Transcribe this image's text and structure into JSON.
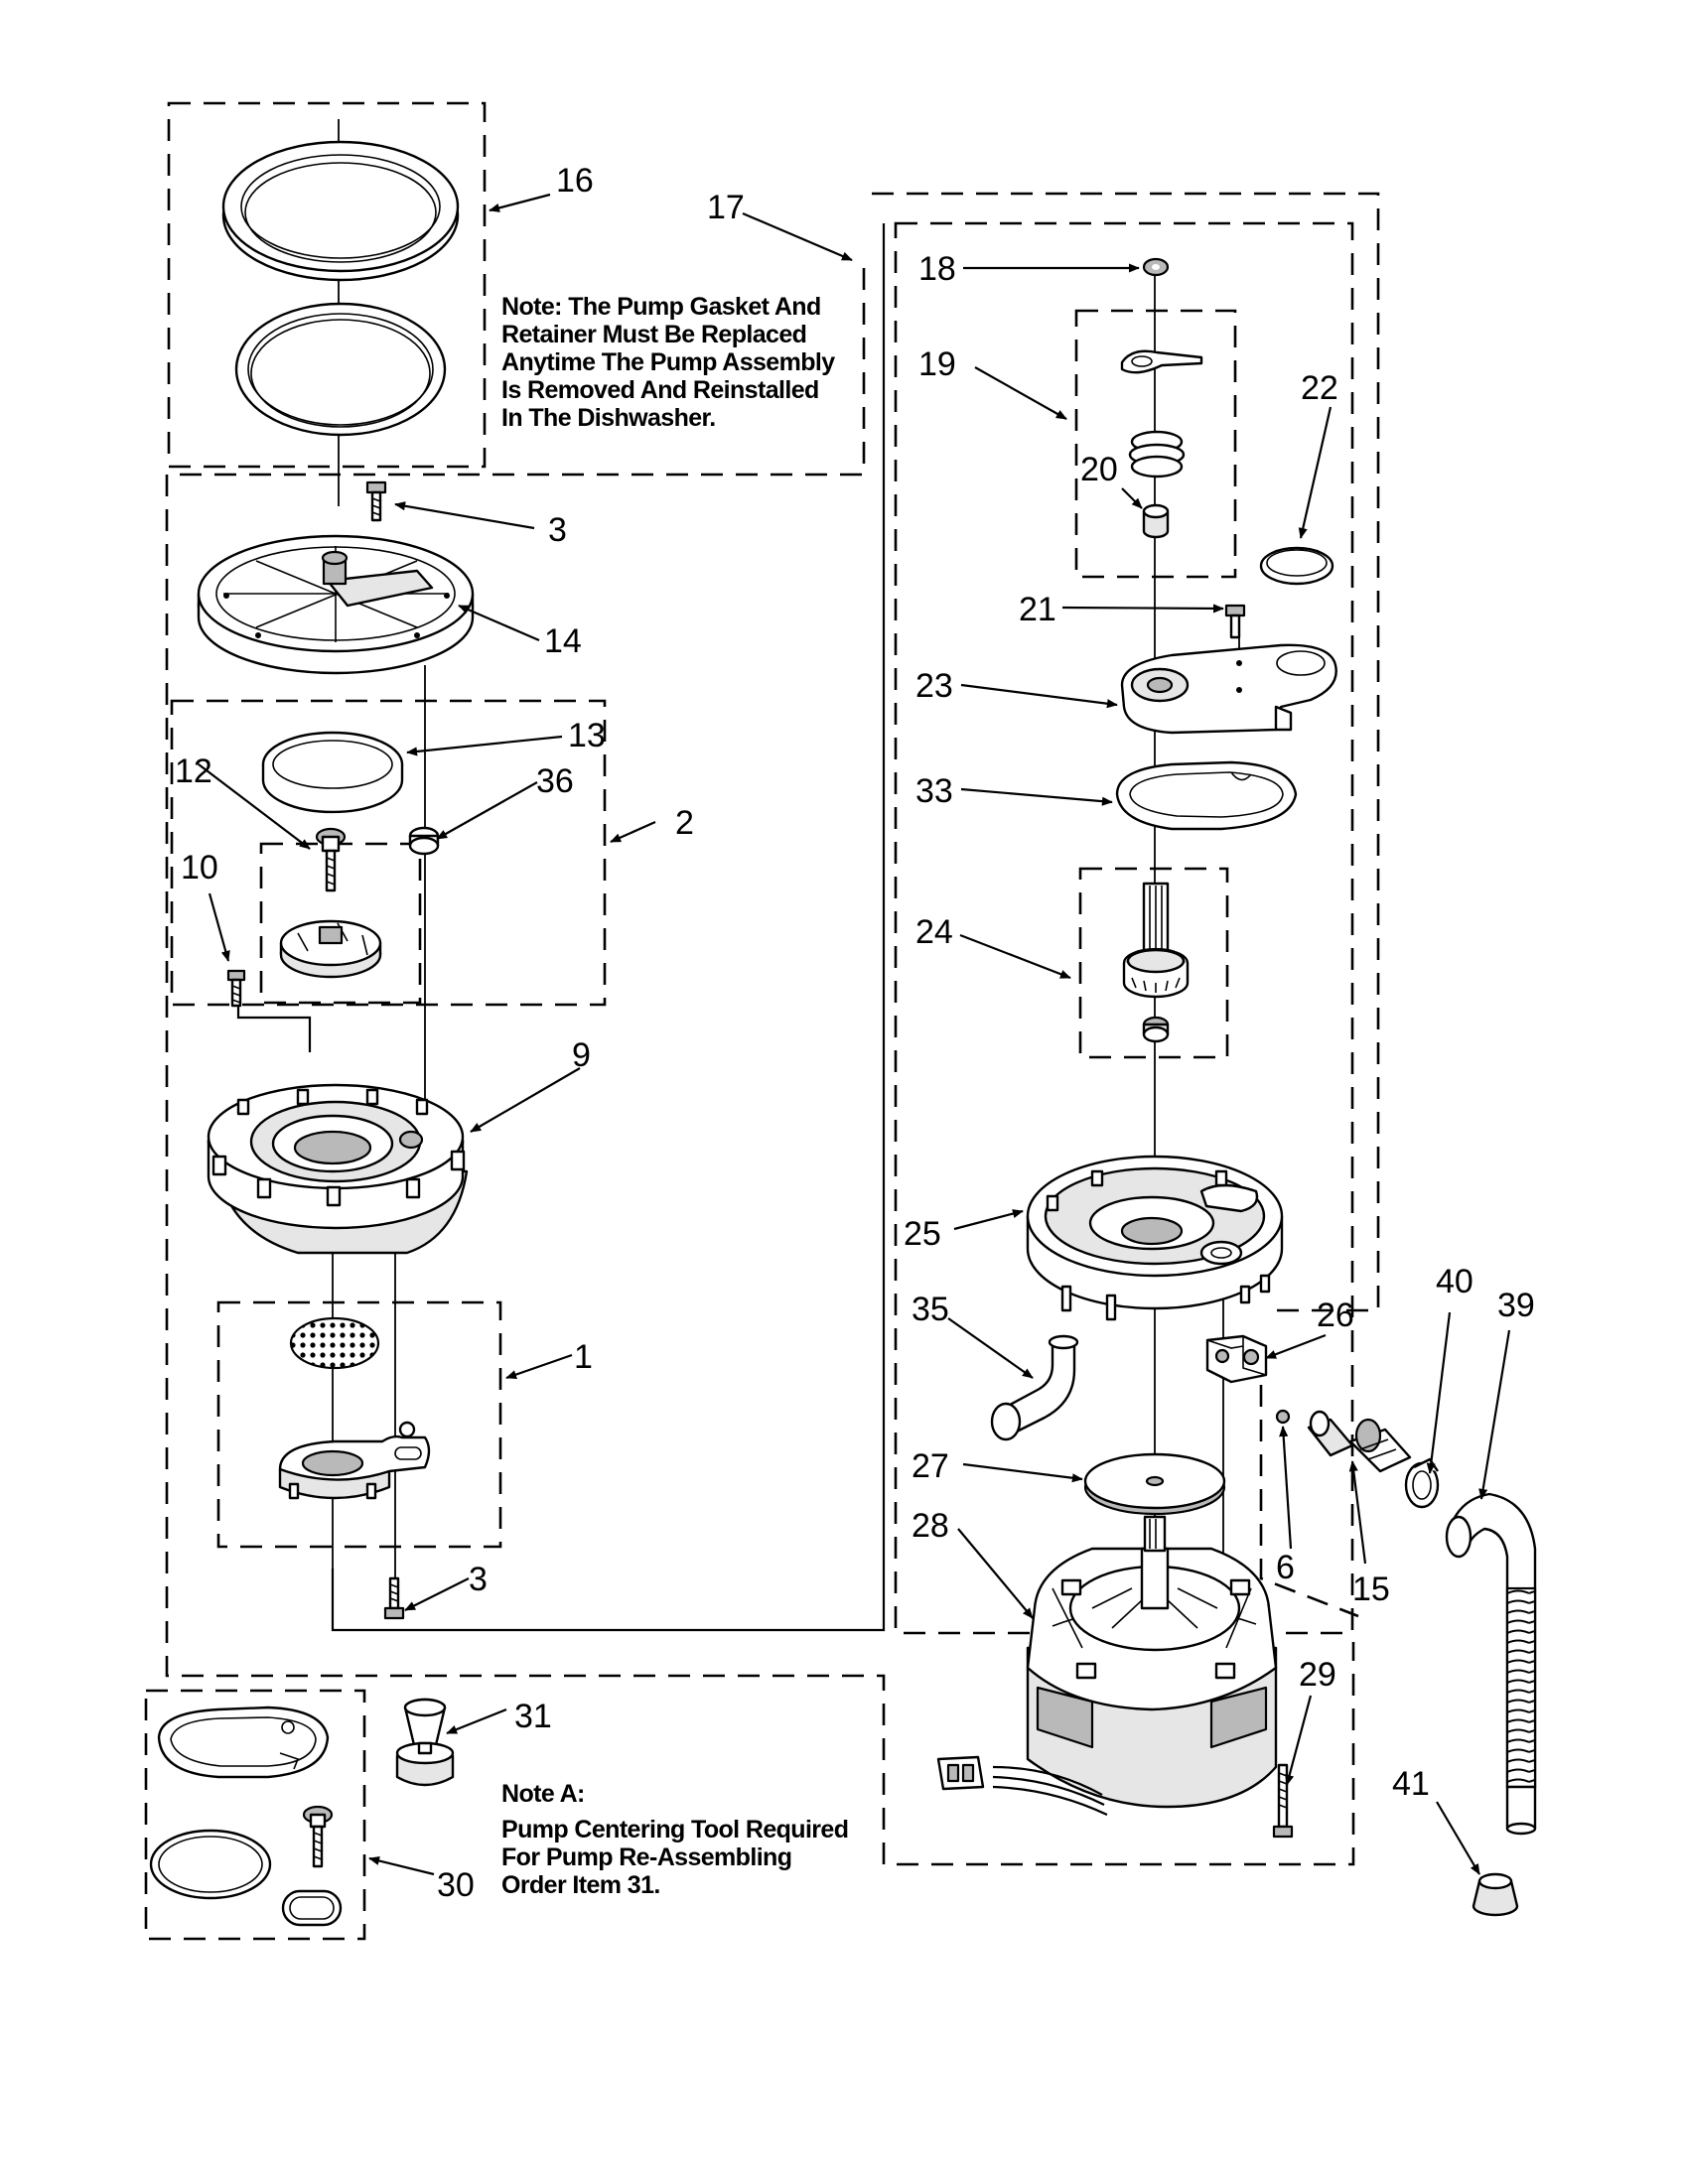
{
  "notes": {
    "gasket_note": [
      "Note: The Pump Gasket   And",
      "Retainer Must Be Replaced",
      "Anytime The Pump Assembly",
      "Is  Removed And Reinstalled",
      "In The Dishwasher."
    ],
    "note_a": [
      "Note A:",
      "Pump Centering Tool Required",
      "For Pump Re-Assembling",
      "Order Item 31."
    ]
  },
  "part_numbers": {
    "p16": "16",
    "p17": "17",
    "p18": "18",
    "p19": "19",
    "p20": "20",
    "p22": "22",
    "p21": "21",
    "p23": "23",
    "p33": "33",
    "p24": "24",
    "p3_top": "3",
    "p14": "14",
    "p13": "13",
    "p12": "12",
    "p36": "36",
    "p2": "2",
    "p10": "10",
    "p9": "9",
    "p25": "25",
    "p35": "35",
    "p26": "26",
    "p40": "40",
    "p39": "39",
    "p1": "1",
    "p27": "27",
    "p6": "6",
    "p15": "15",
    "p28": "28",
    "p3_bottom": "3",
    "p29": "29",
    "p31": "31",
    "p41": "41",
    "p30": "30"
  },
  "icons": {
    "gasket": "pump-gasket-ring-icon",
    "retainer": "gasket-retainer-ring-icon",
    "motor": "pump-motor-icon",
    "hose": "drain-hose-icon"
  }
}
